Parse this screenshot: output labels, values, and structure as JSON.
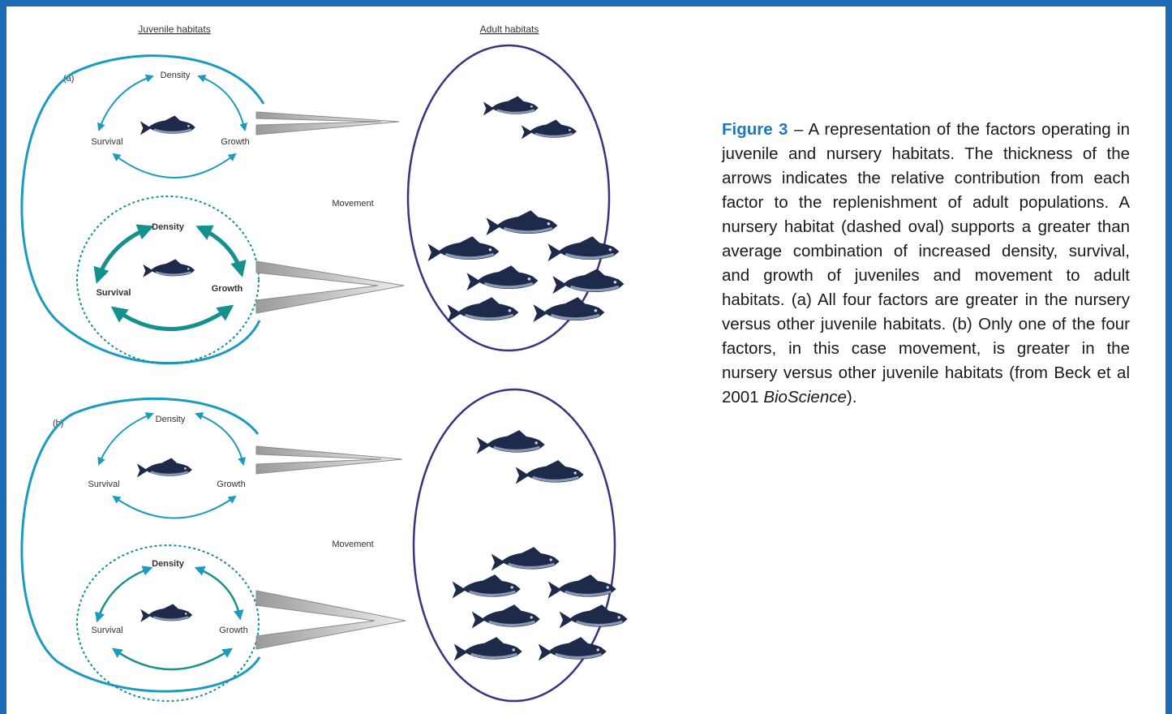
{
  "figure": {
    "columns": {
      "juvenile": "Juvenile habitats",
      "adult": "Adult habitats"
    },
    "panel_a": {
      "tag": "(a)",
      "upper_loop": {
        "density": "Density",
        "survival": "Survival",
        "growth": "Growth"
      },
      "lower_loop": {
        "density": "Density",
        "survival": "Survival",
        "growth": "Growth"
      },
      "movement": "Movement"
    },
    "panel_b": {
      "tag": "(b)",
      "upper_loop": {
        "density": "Density",
        "survival": "Survival",
        "growth": "Growth"
      },
      "lower_loop": {
        "density": "Density",
        "survival": "Survival",
        "growth": "Growth"
      },
      "movement": "Movement"
    },
    "colors": {
      "loop": "#1b9bbf",
      "loop_dark": "#14918f",
      "adult_oval": "#3a3380",
      "frame": "#1b6cb5",
      "fish": "#1e2a4a"
    }
  },
  "caption": {
    "label": "Figure 3",
    "dash": " – ",
    "text_before_italic": "A representation of the factors operating in juvenile and nursery habitats. The thickness of the arrows indicates the relative contribution from each factor to the replenishment of adult populations.  A nursery habitat (dashed oval) supports a greater than average combination of increased density, survival, and growth of juveniles and movement to adult habitats. (a) All four factors are greater in the nursery versus other juvenile habitats. (b) Only one of the four factors, in this case movement, is greater in the nursery versus other juvenile habitats (from Beck et al 2001 ",
    "italic": "BioScience",
    "text_after_italic": ")."
  }
}
